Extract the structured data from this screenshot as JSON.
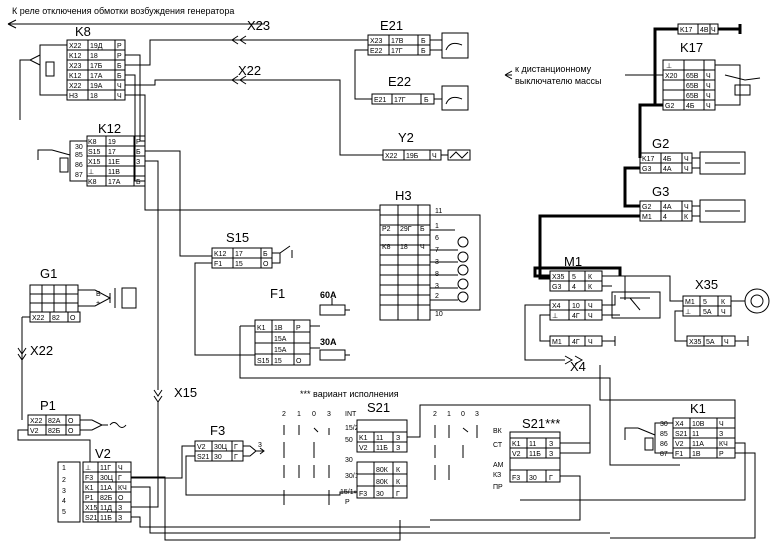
{
  "notes": {
    "top_left": "К реле отключения обмотки возбуждения генератора",
    "remote_switch": "к дистанционному\nвыключателю массы",
    "variant": "*** вариант исполнения"
  },
  "components": {
    "K8": {
      "label": "K8",
      "rows": [
        [
          "X22",
          "19Д",
          "Р"
        ],
        [
          "K12",
          "18",
          "Р"
        ],
        [
          "X23",
          "17Б",
          "Б"
        ],
        [
          "K12",
          "17А",
          "Б"
        ],
        [
          "X22",
          "19А",
          "Ч"
        ],
        [
          "H3",
          "18",
          "Ч"
        ]
      ]
    },
    "K12": {
      "label": "K12",
      "rows": [
        [
          "K8",
          "19",
          "Р"
        ],
        [
          "S15",
          "17",
          "Б"
        ],
        [
          "X15",
          "11Е",
          "З"
        ],
        [
          "⊥",
          "11В",
          ""
        ],
        [
          "K8",
          "17А",
          "Б"
        ]
      ],
      "pins": [
        "30",
        "85",
        "86",
        "87"
      ]
    },
    "E21": {
      "label": "E21",
      "rows": [
        [
          "X23",
          "17В",
          "Б"
        ],
        [
          "E22",
          "17Г",
          "Б"
        ]
      ]
    },
    "E22": {
      "label": "E22",
      "rows": [
        [
          "E21",
          "17Г",
          "Б"
        ]
      ]
    },
    "Y2": {
      "label": "Y2",
      "rows": [
        [
          "X22",
          "19Б",
          "Ч"
        ]
      ]
    },
    "X23": {
      "label": "X23"
    },
    "X22": {
      "label": "X22"
    },
    "X22b": {
      "label": "X22"
    },
    "X15": {
      "label": "X15"
    },
    "X4": {
      "label": "X4"
    },
    "K17": {
      "label": "K17",
      "rows": [
        [
          "K17",
          "4В",
          "Ч"
        ],
        [
          "⊥",
          "",
          ""
        ],
        [
          "X20",
          "65В",
          "Ч"
        ],
        [
          "",
          "65В",
          "Ч"
        ],
        [
          "",
          "65В",
          "Ч"
        ],
        [
          "G2",
          "4Б",
          "Ч"
        ]
      ]
    },
    "G2": {
      "label": "G2",
      "rows": [
        [
          "K17",
          "4Б",
          "Ч"
        ],
        [
          "G3",
          "4А",
          "Ч"
        ]
      ]
    },
    "G3": {
      "label": "G3",
      "rows": [
        [
          "G2",
          "4А",
          "Ч"
        ],
        [
          "M1",
          "4",
          "К"
        ]
      ]
    },
    "H3": {
      "label": "H3",
      "rows": [
        [
          "P2",
          "29Г",
          "Б"
        ],
        [
          "K8",
          "18",
          "Ч"
        ]
      ],
      "pins": [
        "11",
        "1",
        "6",
        "7",
        "3",
        "8",
        "3",
        "2",
        "10"
      ]
    },
    "S15": {
      "label": "S15",
      "rows": [
        [
          "K12",
          "17",
          "Б"
        ],
        [
          "F1",
          "15",
          "О"
        ]
      ]
    },
    "G1": {
      "label": "G1",
      "rows": [
        [
          "X22",
          "82",
          "О"
        ]
      ],
      "pin_b": "В",
      "pin_plus": "+"
    },
    "F1": {
      "label": "F1",
      "rows": [
        [
          "K1",
          "1В",
          "Р"
        ],
        [
          "",
          "15А",
          ""
        ],
        [
          "",
          "15А",
          ""
        ],
        [
          "S15",
          "15",
          "О"
        ]
      ],
      "fuse1": "60А",
      "fuse2": "30А"
    },
    "M1": {
      "label": "M1",
      "rows": [
        [
          "X35",
          "5",
          "К"
        ],
        [
          "G3",
          "4",
          "К"
        ],
        [
          "X4",
          "10",
          "Ч"
        ],
        [
          "⊥",
          "4Г",
          "Ч"
        ]
      ]
    },
    "M1b": {
      "rows": [
        [
          "M1",
          "4Г",
          "Ч"
        ]
      ]
    },
    "X35": {
      "label": "X35",
      "rows": [
        [
          "M1",
          "5",
          "К"
        ],
        [
          "⊥",
          "5А",
          "Ч"
        ]
      ],
      "row2": [
        "X35",
        "5А",
        "Ч"
      ]
    },
    "P1": {
      "label": "P1",
      "rows": [
        [
          "X22",
          "82А",
          "О"
        ],
        [
          "V2",
          "82Б",
          "О"
        ]
      ]
    },
    "V2": {
      "label": "V2",
      "rows": [
        [
          "⊥",
          "11Г",
          "Ч"
        ],
        [
          "F3",
          "30Ц",
          "Г"
        ],
        [
          "K1",
          "11А",
          "КЧ"
        ],
        [
          "P1",
          "82Б",
          "О"
        ],
        [
          "X15",
          "11Д",
          "З"
        ],
        [
          "S21",
          "11Б",
          "З"
        ]
      ],
      "pins": [
        "1",
        "2",
        "3",
        "4",
        "5"
      ]
    },
    "F3": {
      "label": "F3",
      "rows": [
        [
          "V2",
          "30Ц",
          "Г"
        ],
        [
          "S21",
          "30",
          "Г"
        ]
      ],
      "pin": "3"
    },
    "S21": {
      "label": "S21",
      "rows": [
        [
          "K1",
          "11",
          "З"
        ],
        [
          "V2",
          "11Б",
          "З"
        ],
        [
          "",
          "80К",
          "К"
        ],
        [
          "",
          "80К",
          "К"
        ],
        [
          "F3",
          "30",
          "Г"
        ]
      ],
      "left_labels": [
        "INT",
        "15/2",
        "50",
        "30",
        "30/1",
        "15/1∞",
        "P"
      ],
      "switch_cols": [
        "2",
        "1",
        "0",
        "3"
      ]
    },
    "S21v": {
      "label": "S21***",
      "rows": [
        [
          "K1",
          "11",
          "З"
        ],
        [
          "V2",
          "11Б",
          "З"
        ],
        [
          "",
          "",
          ""
        ],
        [
          "F3",
          "30",
          "Г"
        ]
      ],
      "left_labels": [
        "ВК",
        "СТ",
        "АМ",
        "КЗ",
        "ПР"
      ],
      "switch_cols": [
        "2",
        "1",
        "0",
        "3"
      ]
    },
    "K1": {
      "label": "K1",
      "rows": [
        [
          "X4",
          "10В",
          "Ч"
        ],
        [
          "S21",
          "11",
          "З"
        ],
        [
          "V2",
          "11А",
          "КЧ"
        ],
        [
          "F1",
          "1В",
          "Р"
        ]
      ],
      "pins": [
        "30",
        "85",
        "86",
        "87"
      ]
    }
  }
}
